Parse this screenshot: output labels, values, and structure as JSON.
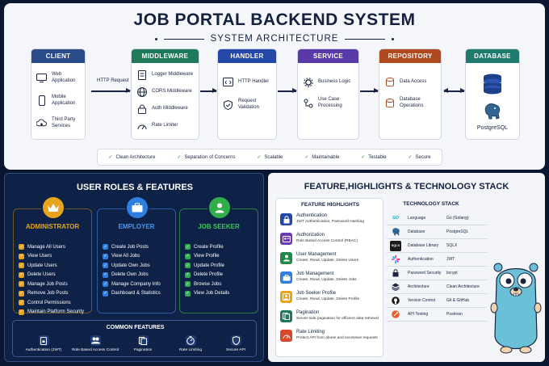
{
  "header": {
    "title": "JOB PORTAL BACKEND SYSTEM",
    "subtitle": "SYSTEM ARCHITECTURE"
  },
  "architecture": {
    "client": {
      "title": "CLIENT",
      "items": [
        "Web Application",
        "Mobile Application",
        "Third Party Services"
      ]
    },
    "middleware": {
      "title": "MIDDLEWARE",
      "items": [
        "Logger Middleware",
        "CORS Middleware",
        "Auth Middleware",
        "Rate Limiter"
      ]
    },
    "handler": {
      "title": "HANDLER",
      "items": [
        "HTTP Handler",
        "Request Validation"
      ]
    },
    "service": {
      "title": "SERVICE",
      "items": [
        "Business Logic",
        "Use Case Processing"
      ]
    },
    "repository": {
      "title": "REPOSITORY",
      "items": [
        "Data Access",
        "Database Operations"
      ]
    },
    "database": {
      "title": "DATABASE",
      "label": "PostgreSQL"
    },
    "arrow_label": "HTTP Request",
    "colors": {
      "client": "#2a4a88",
      "middleware": "#1f7a5a",
      "handler": "#2448a8",
      "service": "#5a3aa8",
      "repository": "#b0491f",
      "database": "#1f7a6e"
    }
  },
  "principles": [
    "Clean Architecture",
    "Separation of Concerns",
    "Scalable",
    "Maintainable",
    "Testable",
    "Secure"
  ],
  "roles": {
    "title": "USER ROLES & FEATURES",
    "administrator": {
      "name": "ADMINISTRATOR",
      "color": "#e8a41c",
      "items": [
        "Manage All Users",
        "View Users",
        "Update Users",
        "Delete Users",
        "Manage Job Posts",
        "Remove Job Posts",
        "Control Permissions",
        "Maintain Platform Security"
      ]
    },
    "employer": {
      "name": "EMPLOYER",
      "color": "#2f7fe0",
      "items": [
        "Create Job Posts",
        "View All Jobs",
        "Update Own Jobs",
        "Delete Own Jobs",
        "Manage Company Info",
        "Dashboard & Statistics"
      ]
    },
    "jobseeker": {
      "name": "JOB SEEKER",
      "color": "#2fae4a",
      "items": [
        "Create Profile",
        "View Profile",
        "Update Profile",
        "Delete Profile",
        "Browse Jobs",
        "View Job Details"
      ]
    },
    "common": {
      "title": "COMMON FEATURES",
      "items": [
        "Authentication (JWT)",
        "Role Based Access Control",
        "Pagination",
        "Rate Limiting",
        "Secure API"
      ]
    }
  },
  "features": {
    "title": "FEATURE,HIGHLIGHTS & TECHNOLOGY STACK",
    "highlights_title": "FEATURE HIGHLIGHTS",
    "highlights": [
      {
        "title": "Authentication",
        "desc": "JWT Authentication, Password Hashing",
        "color": "#2448a8"
      },
      {
        "title": "Authorization",
        "desc": "Role Based Access Control (RBAC)",
        "color": "#6a3ab0"
      },
      {
        "title": "User Management",
        "desc": "Create, Read, Update, Delete Users",
        "color": "#1f8a4a"
      },
      {
        "title": "Job Management",
        "desc": "Create, Read, Update, Delete Jobs",
        "color": "#2f7fe0"
      },
      {
        "title": "Job Seeker Profile",
        "desc": "Create, Read, Update, Delete Profile",
        "color": "#e8a41c"
      },
      {
        "title": "Pagination",
        "desc": "Server-side pagination for efficient data retrieval",
        "color": "#1f7a5a"
      },
      {
        "title": "Rate Limiting",
        "desc": "Protect API from abuse and excessive requests",
        "color": "#d9472b"
      }
    ],
    "stack_title": "TECHNOLOGY STACK",
    "stack": [
      {
        "name": "Language",
        "value": "Go (Golang)",
        "icon": "GO"
      },
      {
        "name": "Database",
        "value": "PostgreSQL",
        "icon": ""
      },
      {
        "name": "Database Library",
        "value": "SQLX",
        "icon": "SQLX"
      },
      {
        "name": "Authentication",
        "value": "JWT",
        "icon": ""
      },
      {
        "name": "Password Security",
        "value": "bcrypt",
        "icon": ""
      },
      {
        "name": "Architecture",
        "value": "Clean Architecture",
        "icon": ""
      },
      {
        "name": "Version Control",
        "value": "Git & GitHub",
        "icon": ""
      },
      {
        "name": "API Testing",
        "value": "Postman",
        "icon": ""
      }
    ]
  }
}
